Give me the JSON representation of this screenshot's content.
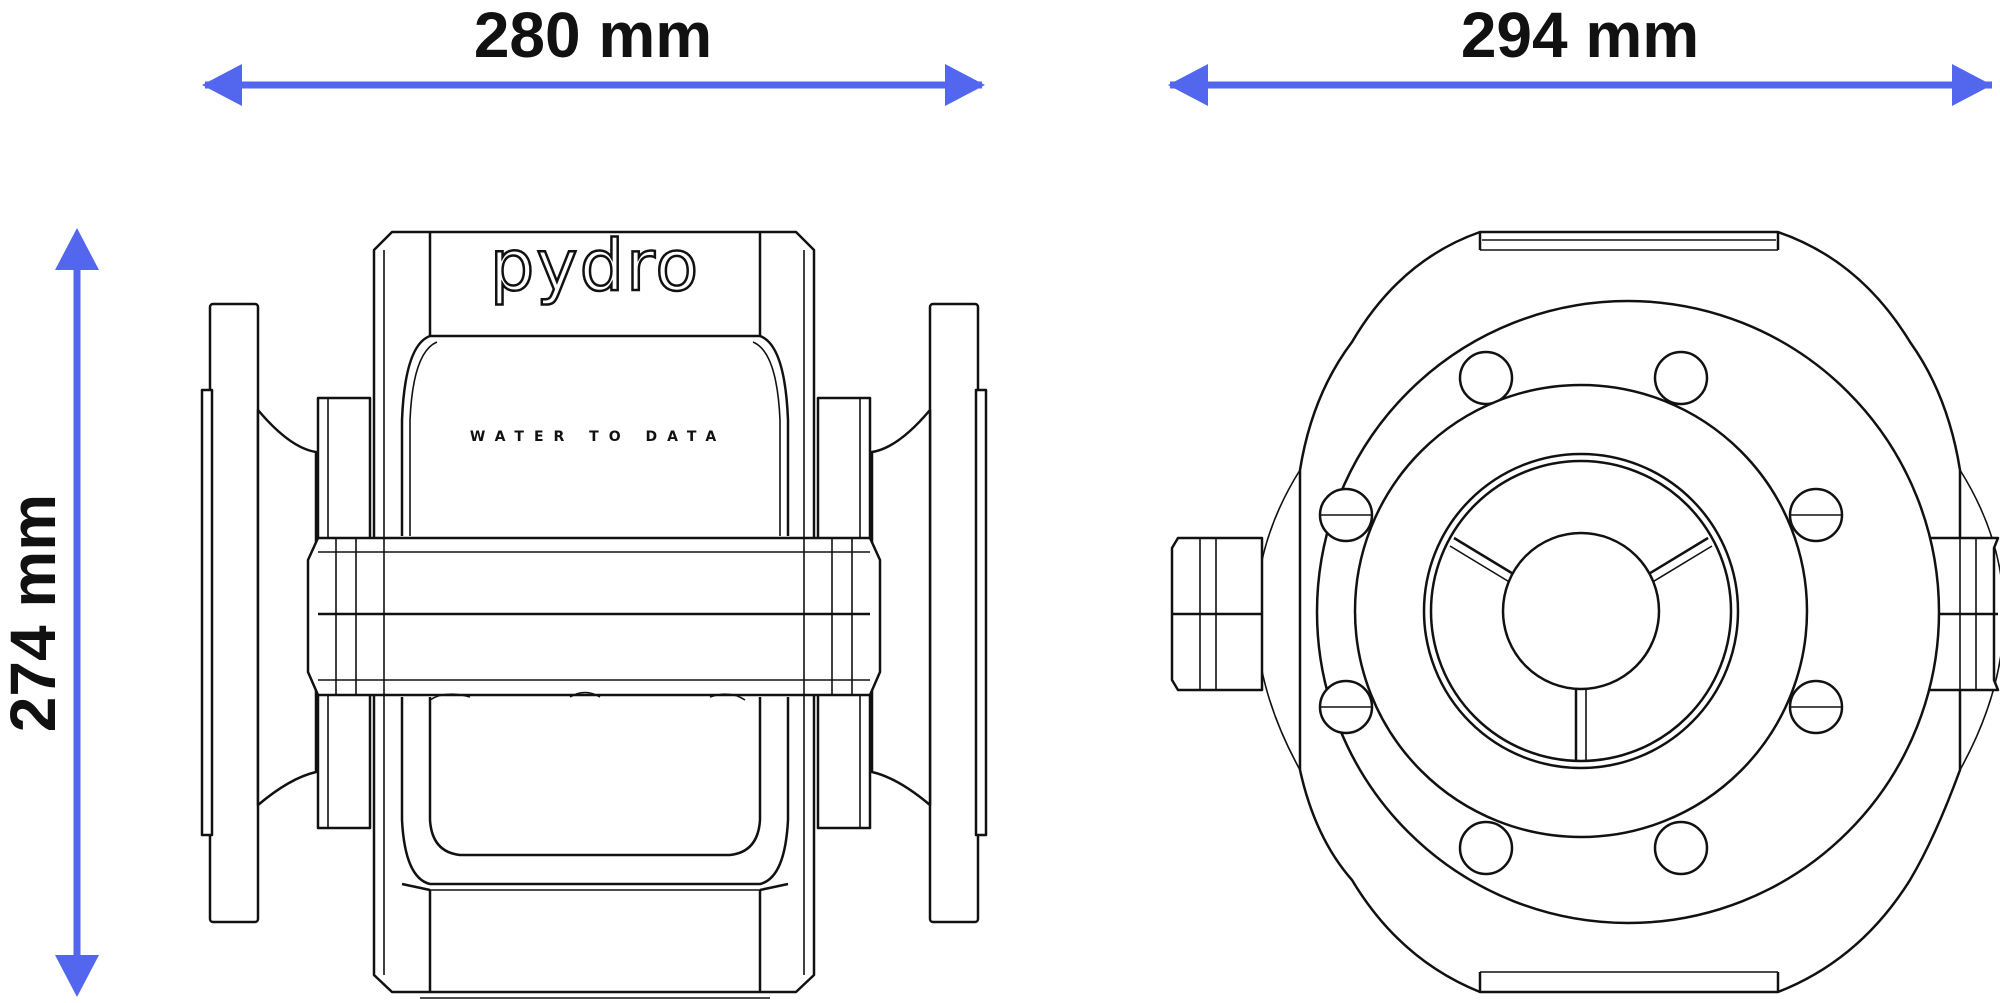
{
  "dimensions": {
    "side_width": "280 mm",
    "front_width": "294 mm",
    "height": "274 mm"
  },
  "product": {
    "brand": "pydro",
    "tagline": "WATER TO DATA"
  },
  "colors": {
    "arrow": "#5267ee",
    "outline": "#111111",
    "background": "#ffffff"
  }
}
